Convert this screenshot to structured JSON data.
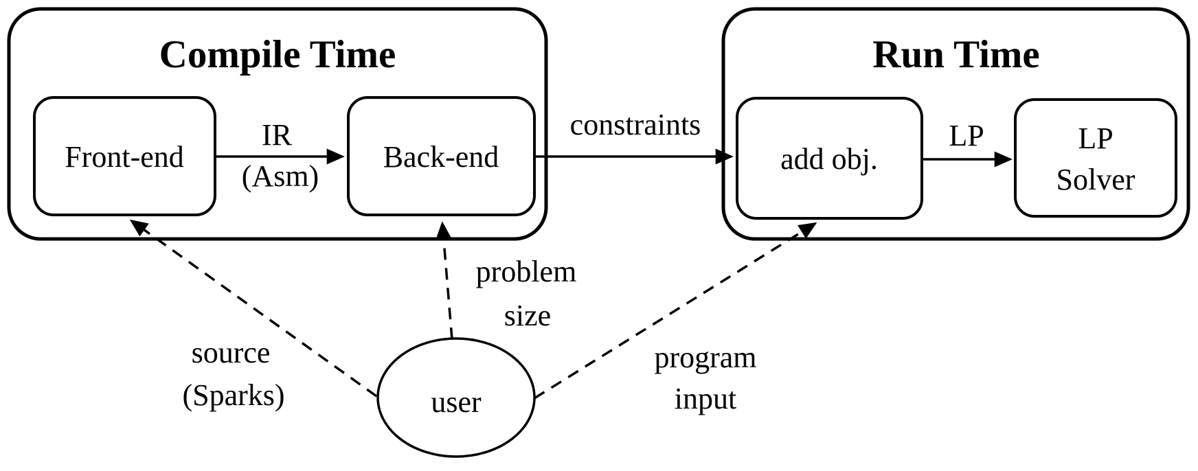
{
  "diagram": {
    "background_color": "#ffffff",
    "line_color": "#000000",
    "compile_time": {
      "title": "Compile Time",
      "nodes": {
        "front_end": "Front-end",
        "back_end": "Back-end"
      }
    },
    "run_time": {
      "title": "Run Time",
      "nodes": {
        "add_obj": "add obj.",
        "lp_solver": [
          "LP",
          "Solver"
        ]
      }
    },
    "user_label": "user",
    "edges": {
      "ir": [
        "IR",
        "(Asm)"
      ],
      "constraints": "constraints",
      "lp": "LP",
      "source": [
        "source",
        "(Sparks)"
      ],
      "problem_size": [
        "problem",
        "size"
      ],
      "program_input": [
        "program",
        "input"
      ]
    }
  }
}
